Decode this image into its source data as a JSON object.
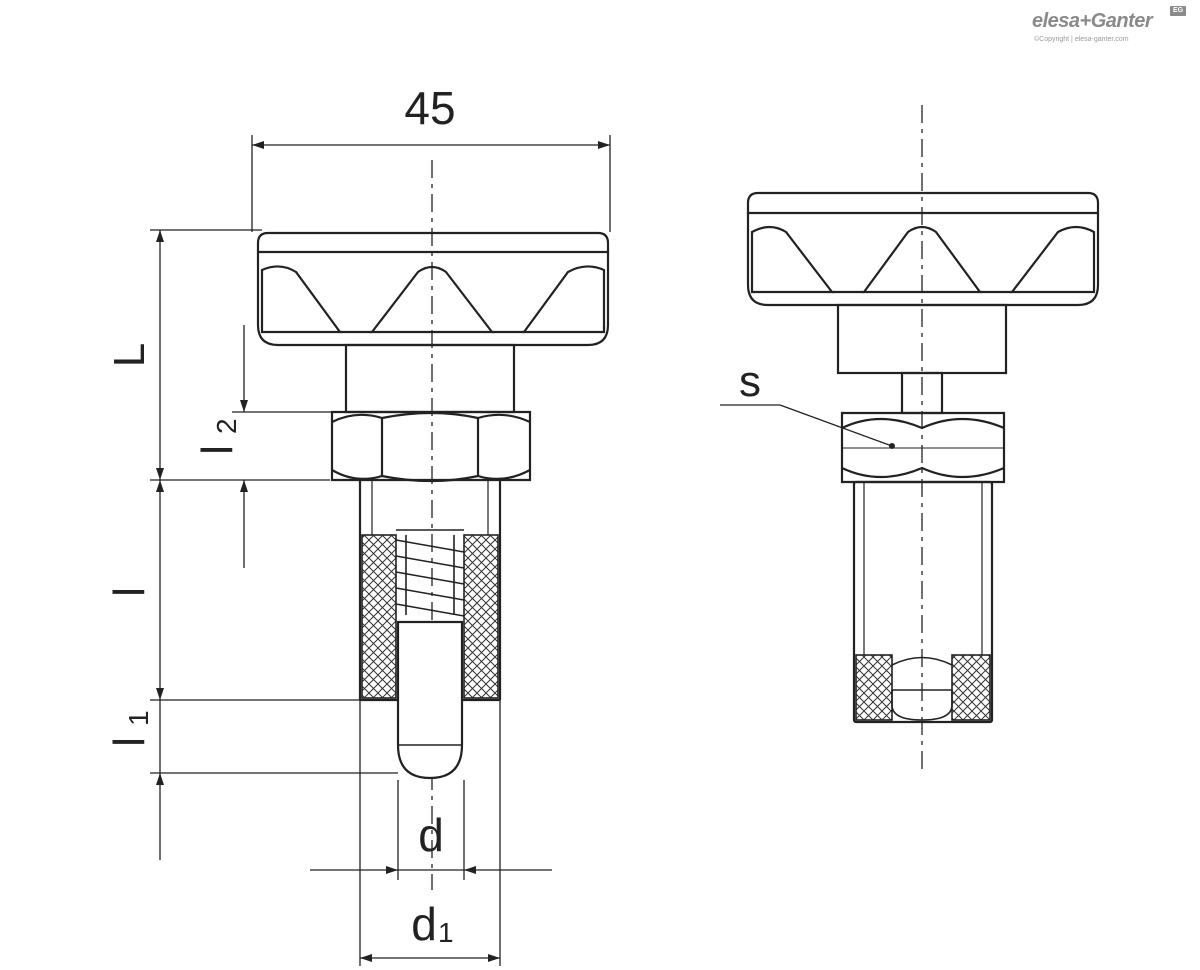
{
  "logo": {
    "main": "elesa+Ganter",
    "sub": "©Copyright | elesa-ganter.com",
    "badge": "EG"
  },
  "dimensions": {
    "width_45": "45",
    "L": "L",
    "l2_base": "l",
    "l2_sub": "2",
    "l": "l",
    "l1_base": "l",
    "l1_sub": "1",
    "d": "d",
    "d1_base": "d",
    "d1_sub": "1",
    "s": "s"
  }
}
